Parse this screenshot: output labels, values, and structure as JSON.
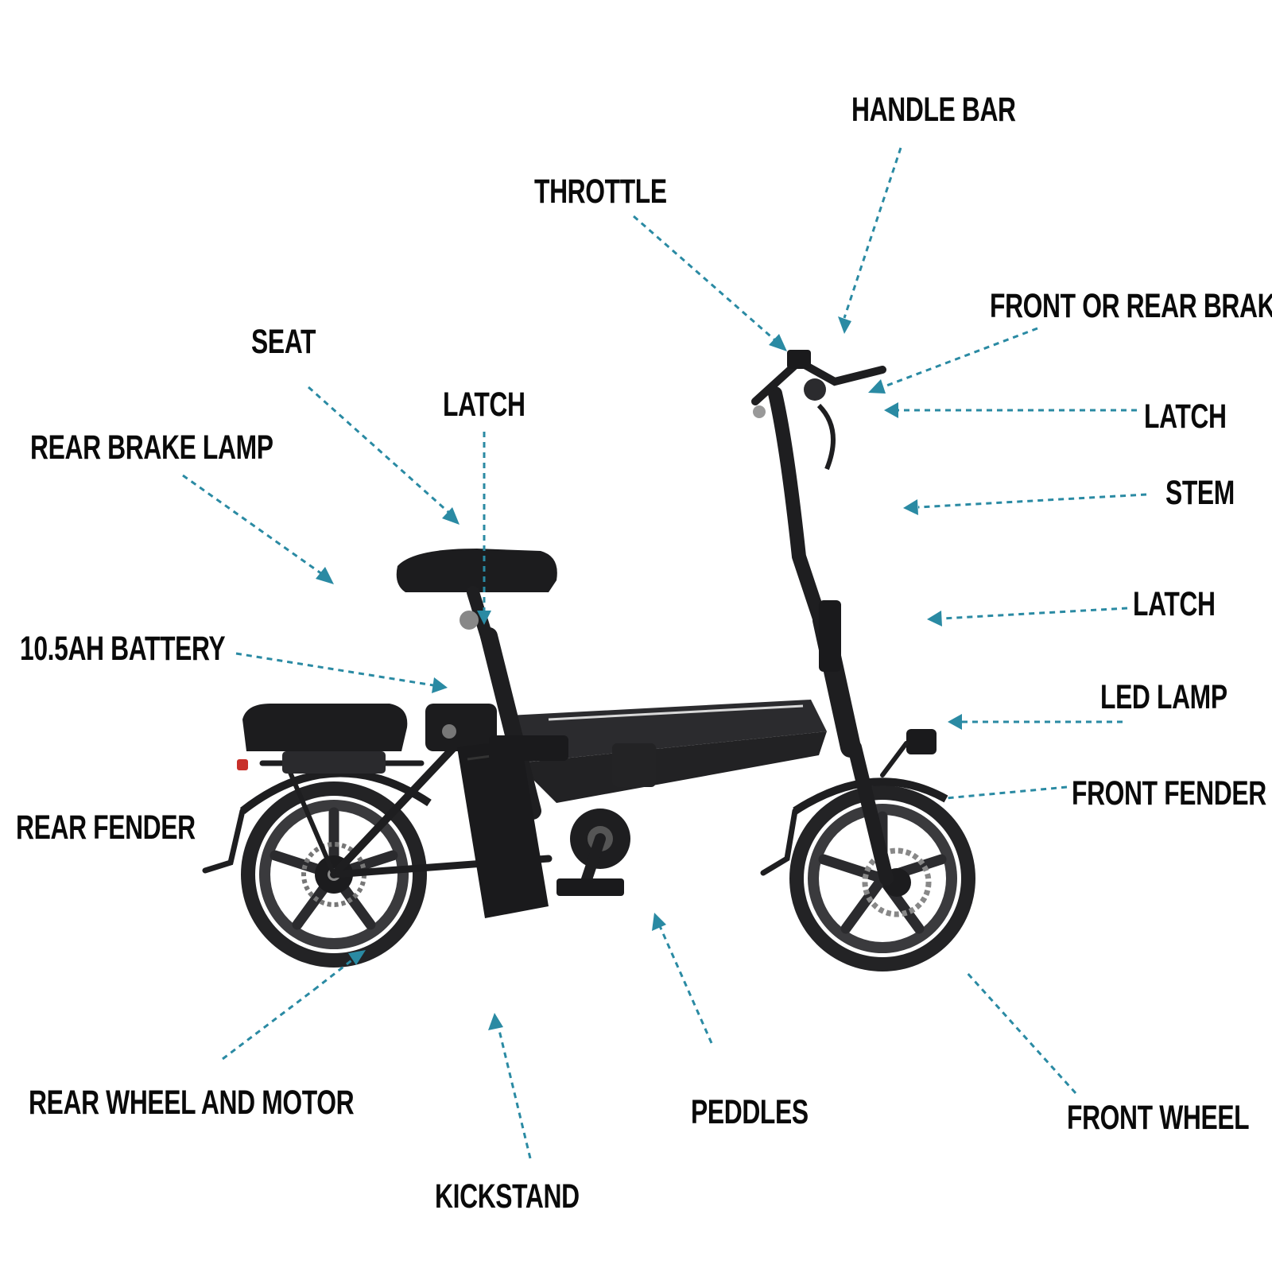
{
  "labels": {
    "handle_bar": "HANDLE BAR",
    "throttle": "THROTTLE",
    "front_or_rear_brake": "FRONT OR REAR BRAKE",
    "seat": "SEAT",
    "latch_seat": "LATCH",
    "latch_upper": "LATCH",
    "rear_brake_lamp": "REAR BRAKE LAMP",
    "stem": "STEM",
    "latch_lower": "LATCH",
    "battery": "10.5AH BATTERY",
    "led_lamp": "LED LAMP",
    "front_fender": "FRONT FENDER",
    "rear_fender": "REAR FENDER",
    "rear_wheel_and_motor": "REAR WHEEL AND MOTOR",
    "peddles": "PEDDLES",
    "front_wheel": "FRONT WHEEL",
    "kickstand": "KICKSTAND"
  },
  "colors": {
    "leader": "#2a8aa3",
    "frame": "#1e1e20",
    "text": "#0a0a0a"
  }
}
